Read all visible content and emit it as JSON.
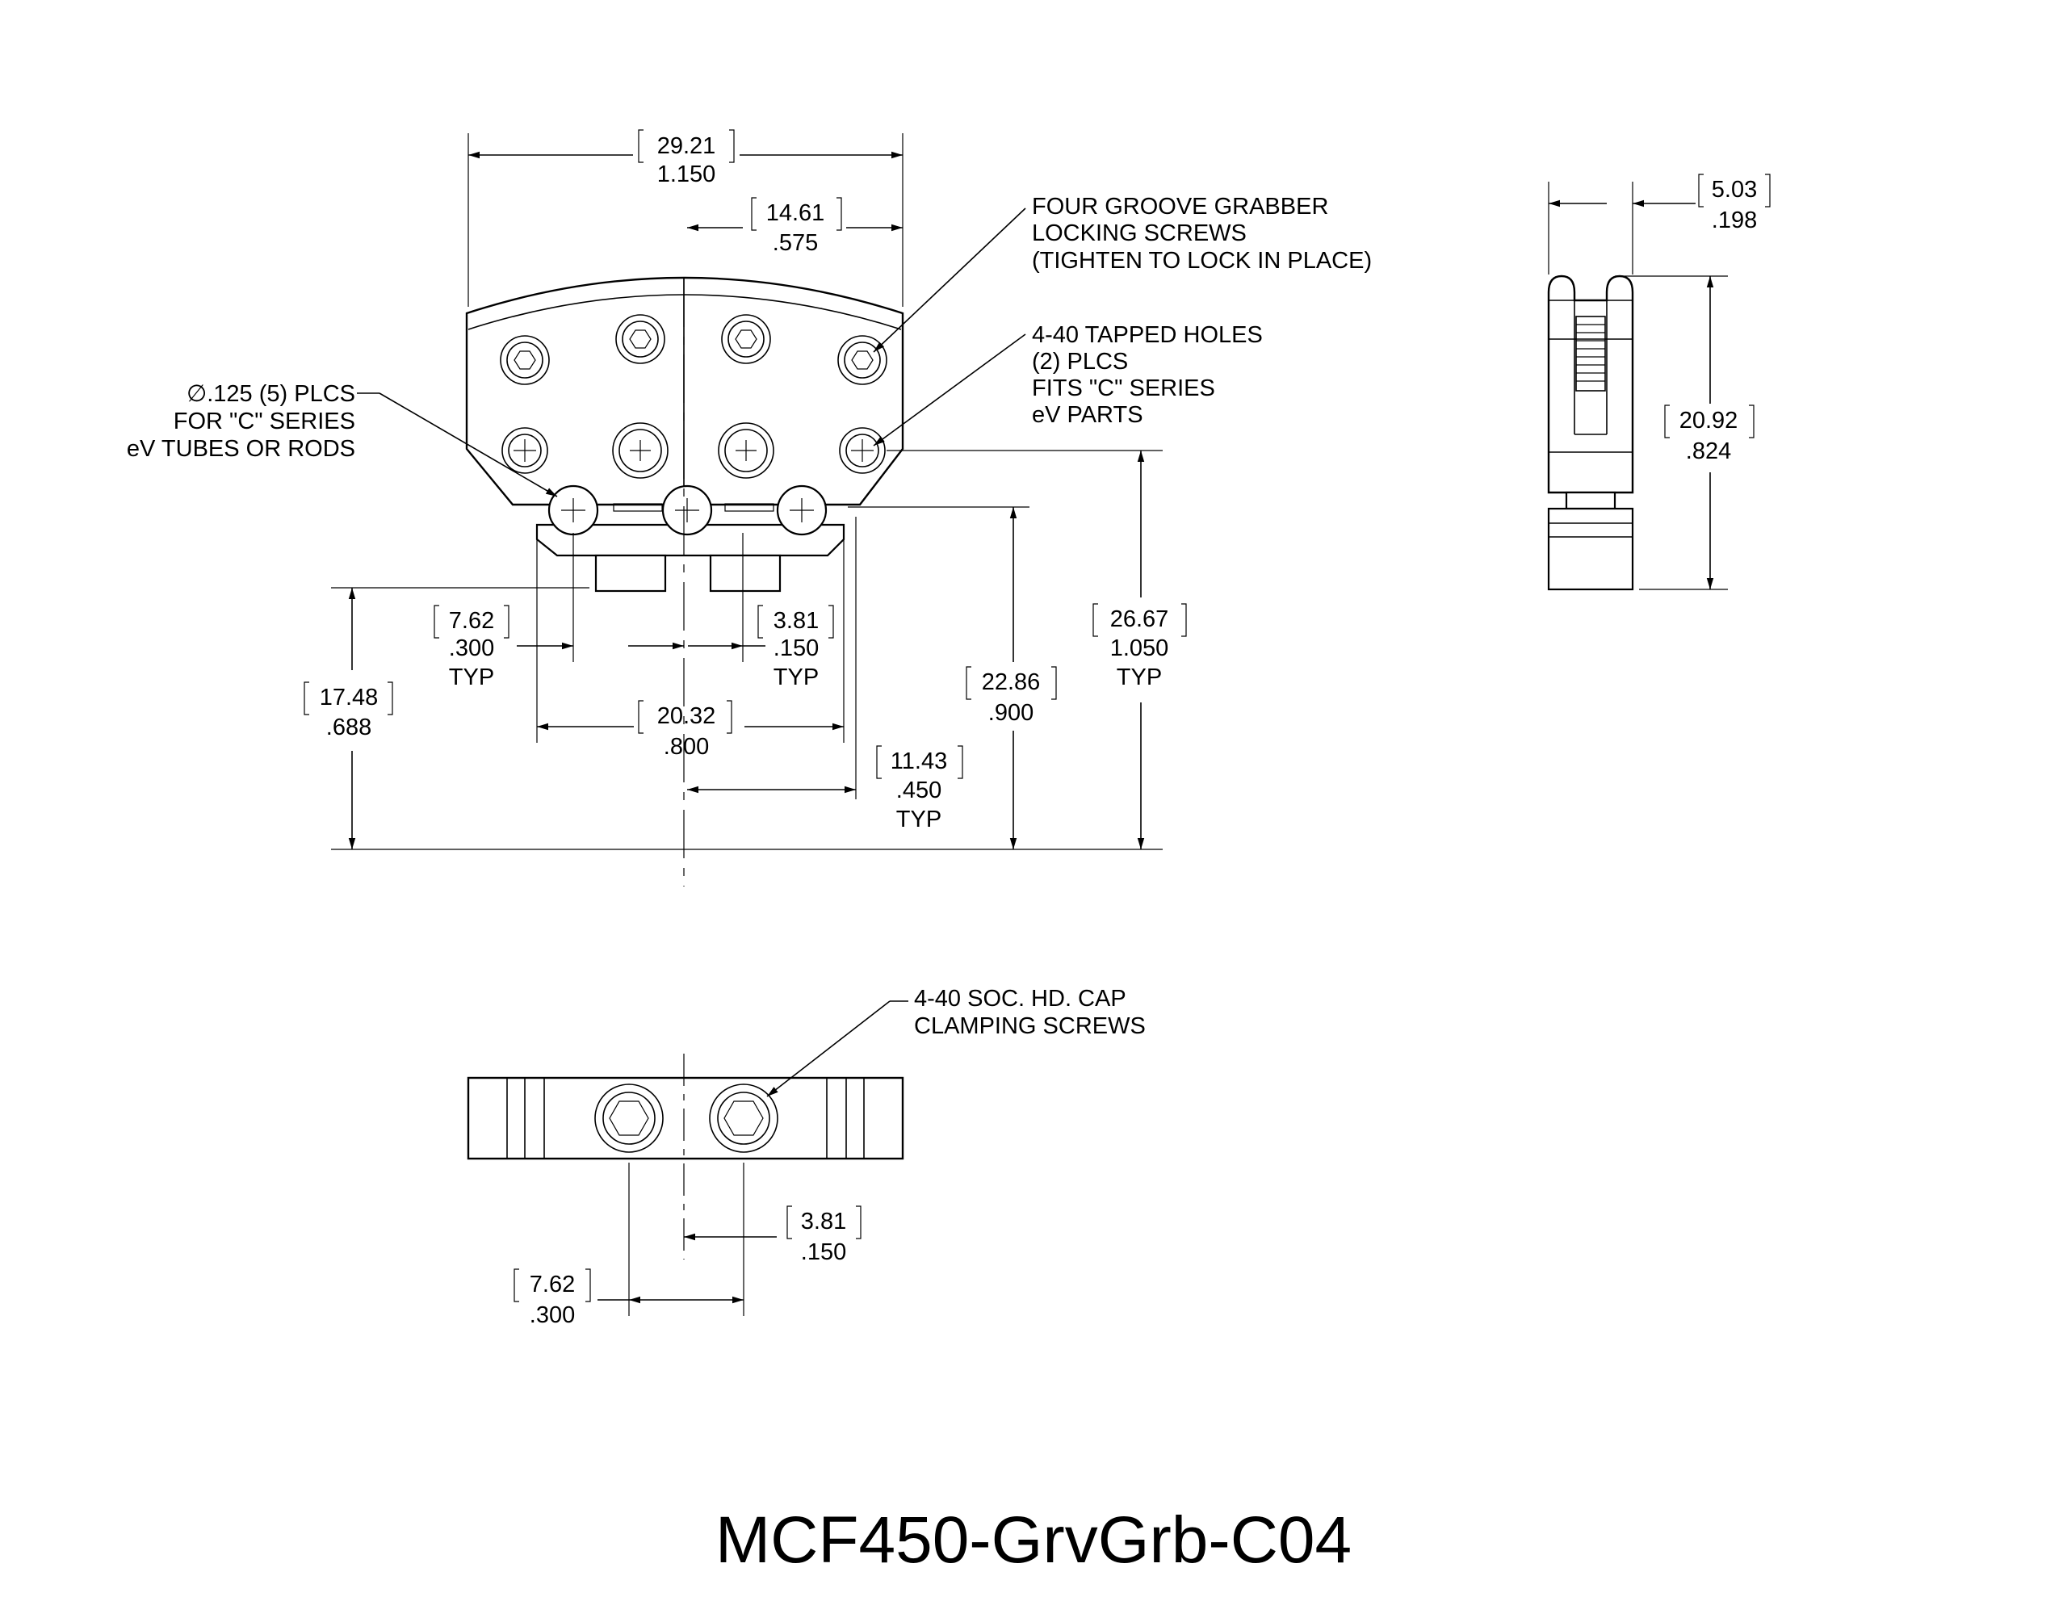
{
  "title": "MCF450-GrvGrb-C04",
  "notes": {
    "groove_grabber": [
      "FOUR GROOVE GRABBER",
      "LOCKING SCREWS",
      "(TIGHTEN TO LOCK IN PLACE)"
    ],
    "tapped_holes": [
      "4-40 TAPPED HOLES",
      "(2) PLCS",
      "FITS \"C\" SERIES",
      "eV PARTS"
    ],
    "plcs": [
      "∅.125 (5) PLCS",
      "FOR \"C\" SERIES",
      "eV TUBES OR RODS"
    ],
    "clamping": [
      "4-40 SOC. HD. CAP",
      "CLAMPING SCREWS"
    ]
  },
  "dimensions": {
    "overall_width": {
      "mm": "29.21",
      "in": "1.150"
    },
    "half_width": {
      "mm": "14.61",
      "in": ".575"
    },
    "side_thickness": {
      "mm": "5.03",
      "in": ".198"
    },
    "side_height": {
      "mm": "20.92",
      "in": ".824"
    },
    "pitch_300": {
      "mm": "7.62",
      "in": ".300",
      "note": "TYP"
    },
    "pitch_150": {
      "mm": "3.81",
      "in": ".150",
      "note": "TYP"
    },
    "height_688": {
      "mm": "17.48",
      "in": ".688"
    },
    "span_800": {
      "mm": "20.32",
      "in": ".800"
    },
    "height_900": {
      "mm": "22.86",
      "in": ".900"
    },
    "height_1050": {
      "mm": "26.67",
      "in": "1.050",
      "note": "TYP"
    },
    "offset_450": {
      "mm": "11.43",
      "in": ".450",
      "note": "TYP"
    },
    "bottom_150": {
      "mm": "3.81",
      "in": ".150"
    },
    "bottom_300": {
      "mm": "7.62",
      "in": ".300"
    }
  }
}
